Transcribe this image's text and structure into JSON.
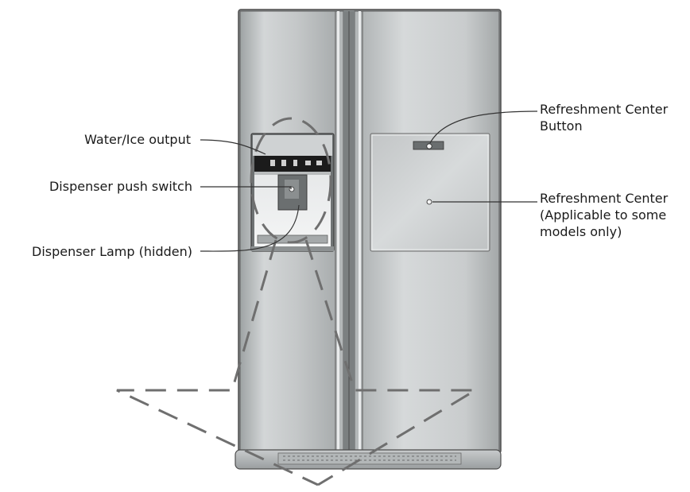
{
  "labels": {
    "water_ice_output": "Water/Ice output",
    "dispenser_push_switch": "Dispenser push switch",
    "dispenser_lamp": "Dispenser Lamp (hidden)",
    "refreshment_button": [
      "Refreshment Center",
      "Button"
    ],
    "refreshment_center": [
      "Refreshment Center",
      "(Applicable to some",
      "models only)"
    ]
  },
  "colors": {
    "steel_light": "#d9dcdd",
    "steel_mid": "#b9bdbe",
    "steel_dark": "#8e9394",
    "outline": "#555555",
    "panel_black": "#1b1b1b",
    "dashed_line": "#6f6f6f",
    "leader": "#333333"
  }
}
